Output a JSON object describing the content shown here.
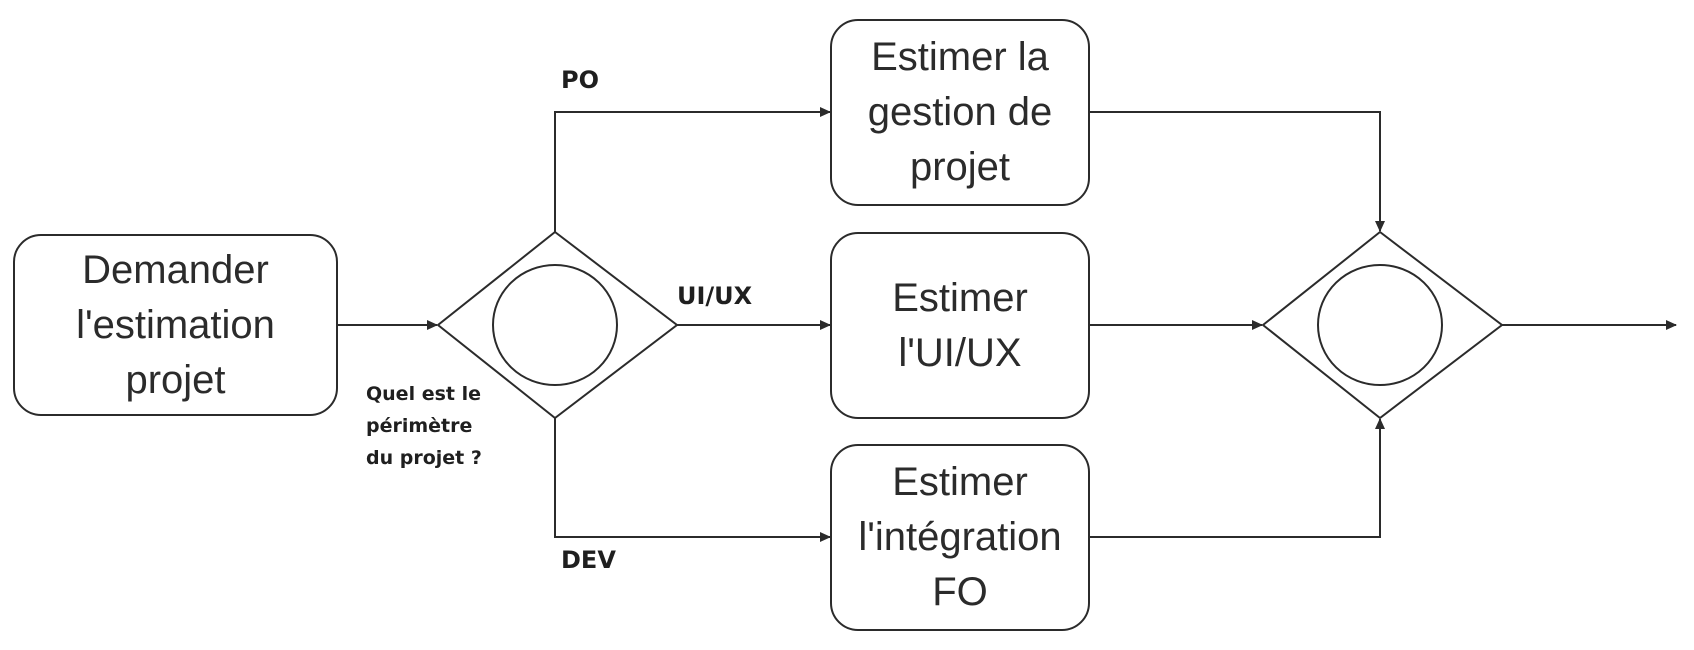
{
  "diagram": {
    "tasks": {
      "demander": "Demander l'estimation projet",
      "gestion": "Estimer la gestion de projet",
      "uiux": "Estimer l'UI/UX",
      "integration": "Estimer l'intégration FO"
    },
    "labels": {
      "po": "PO",
      "uiux": "UI/UX",
      "dev": "DEV",
      "question": "Quel est le périmètre du projet ?"
    },
    "colors": {
      "stroke": "#2b2b2b",
      "text": "#1f1f1f",
      "background": "#ffffff"
    }
  }
}
